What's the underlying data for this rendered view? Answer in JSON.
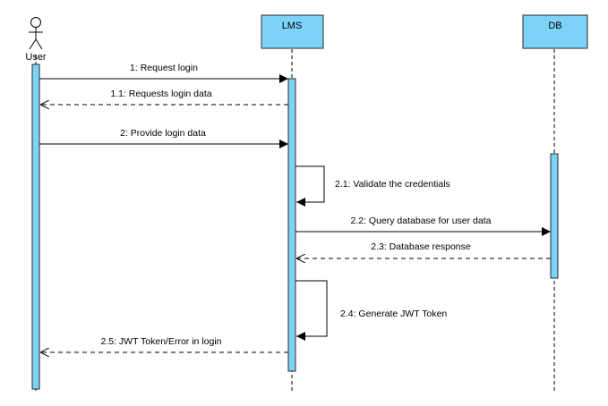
{
  "participants": {
    "user": {
      "label": "User"
    },
    "lms": {
      "label": "LMS"
    },
    "db": {
      "label": "DB"
    }
  },
  "messages": [
    {
      "id": "m1",
      "label": "1: Request login",
      "type": "sync"
    },
    {
      "id": "m11",
      "label": "1.1: Requests login data",
      "type": "return"
    },
    {
      "id": "m2",
      "label": "2: Provide login data",
      "type": "sync"
    },
    {
      "id": "m21",
      "label": "2.1: Validate the credentials",
      "type": "self"
    },
    {
      "id": "m22",
      "label": "2.2: Query database for user data",
      "type": "sync"
    },
    {
      "id": "m23",
      "label": "2.3: Database response",
      "type": "return"
    },
    {
      "id": "m24",
      "label": "2.4: Generate JWT Token",
      "type": "self"
    },
    {
      "id": "m25",
      "label": "2.5: JWT Token/Error in login",
      "type": "return"
    }
  ],
  "colors": {
    "participant_fill": "#7dd3f7",
    "activation_fill": "#7dd3f7",
    "line": "#000000",
    "border": "#2a2a2a"
  }
}
